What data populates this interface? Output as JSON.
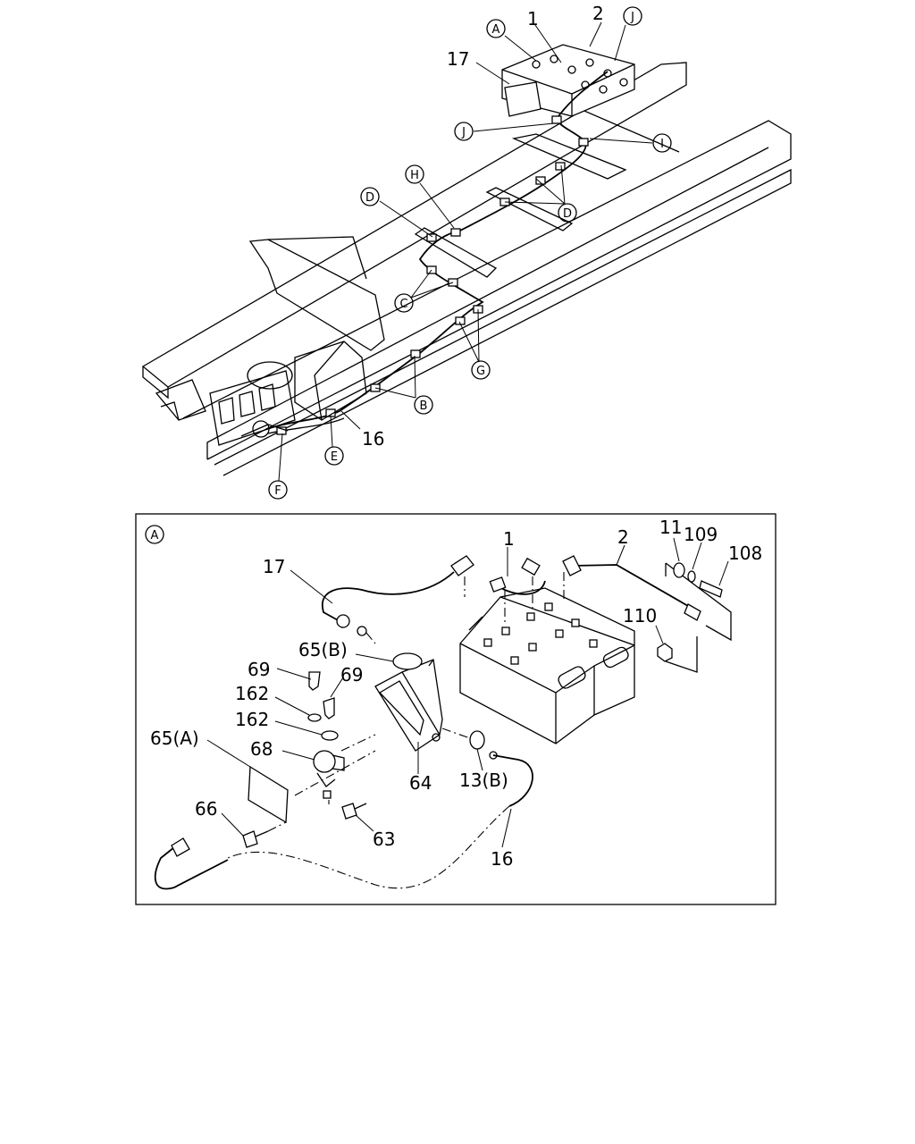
{
  "overview": {
    "callouts": [
      {
        "id": "A",
        "text": "A"
      },
      {
        "id": "J1",
        "text": "J"
      },
      {
        "id": "J2",
        "text": "J"
      },
      {
        "id": "I",
        "text": "I"
      },
      {
        "id": "H",
        "text": "H"
      },
      {
        "id": "D1",
        "text": "D"
      },
      {
        "id": "D2",
        "text": "D"
      },
      {
        "id": "C",
        "text": "C"
      },
      {
        "id": "G",
        "text": "G"
      },
      {
        "id": "B",
        "text": "B"
      },
      {
        "id": "E",
        "text": "E"
      },
      {
        "id": "F",
        "text": "F"
      }
    ],
    "part_labels": [
      {
        "id": "p1",
        "text": "1"
      },
      {
        "id": "p2",
        "text": "2"
      },
      {
        "id": "p17",
        "text": "17"
      },
      {
        "id": "p16",
        "text": "16"
      }
    ]
  },
  "detail": {
    "view_marker": "A",
    "part_labels": [
      {
        "id": "d17",
        "text": "17"
      },
      {
        "id": "d1",
        "text": "1"
      },
      {
        "id": "d2",
        "text": "2"
      },
      {
        "id": "d11",
        "text": "11"
      },
      {
        "id": "d109",
        "text": "109"
      },
      {
        "id": "d108",
        "text": "108"
      },
      {
        "id": "d110",
        "text": "110"
      },
      {
        "id": "d65b",
        "text": "65(B)"
      },
      {
        "id": "d69a",
        "text": "69"
      },
      {
        "id": "d69b",
        "text": "69"
      },
      {
        "id": "d162a",
        "text": "162"
      },
      {
        "id": "d162b",
        "text": "162"
      },
      {
        "id": "d65a",
        "text": "65(A)"
      },
      {
        "id": "d68",
        "text": "68"
      },
      {
        "id": "d64",
        "text": "64"
      },
      {
        "id": "d13b",
        "text": "13(B)"
      },
      {
        "id": "d66",
        "text": "66"
      },
      {
        "id": "d63",
        "text": "63"
      },
      {
        "id": "d16",
        "text": "16"
      }
    ]
  }
}
